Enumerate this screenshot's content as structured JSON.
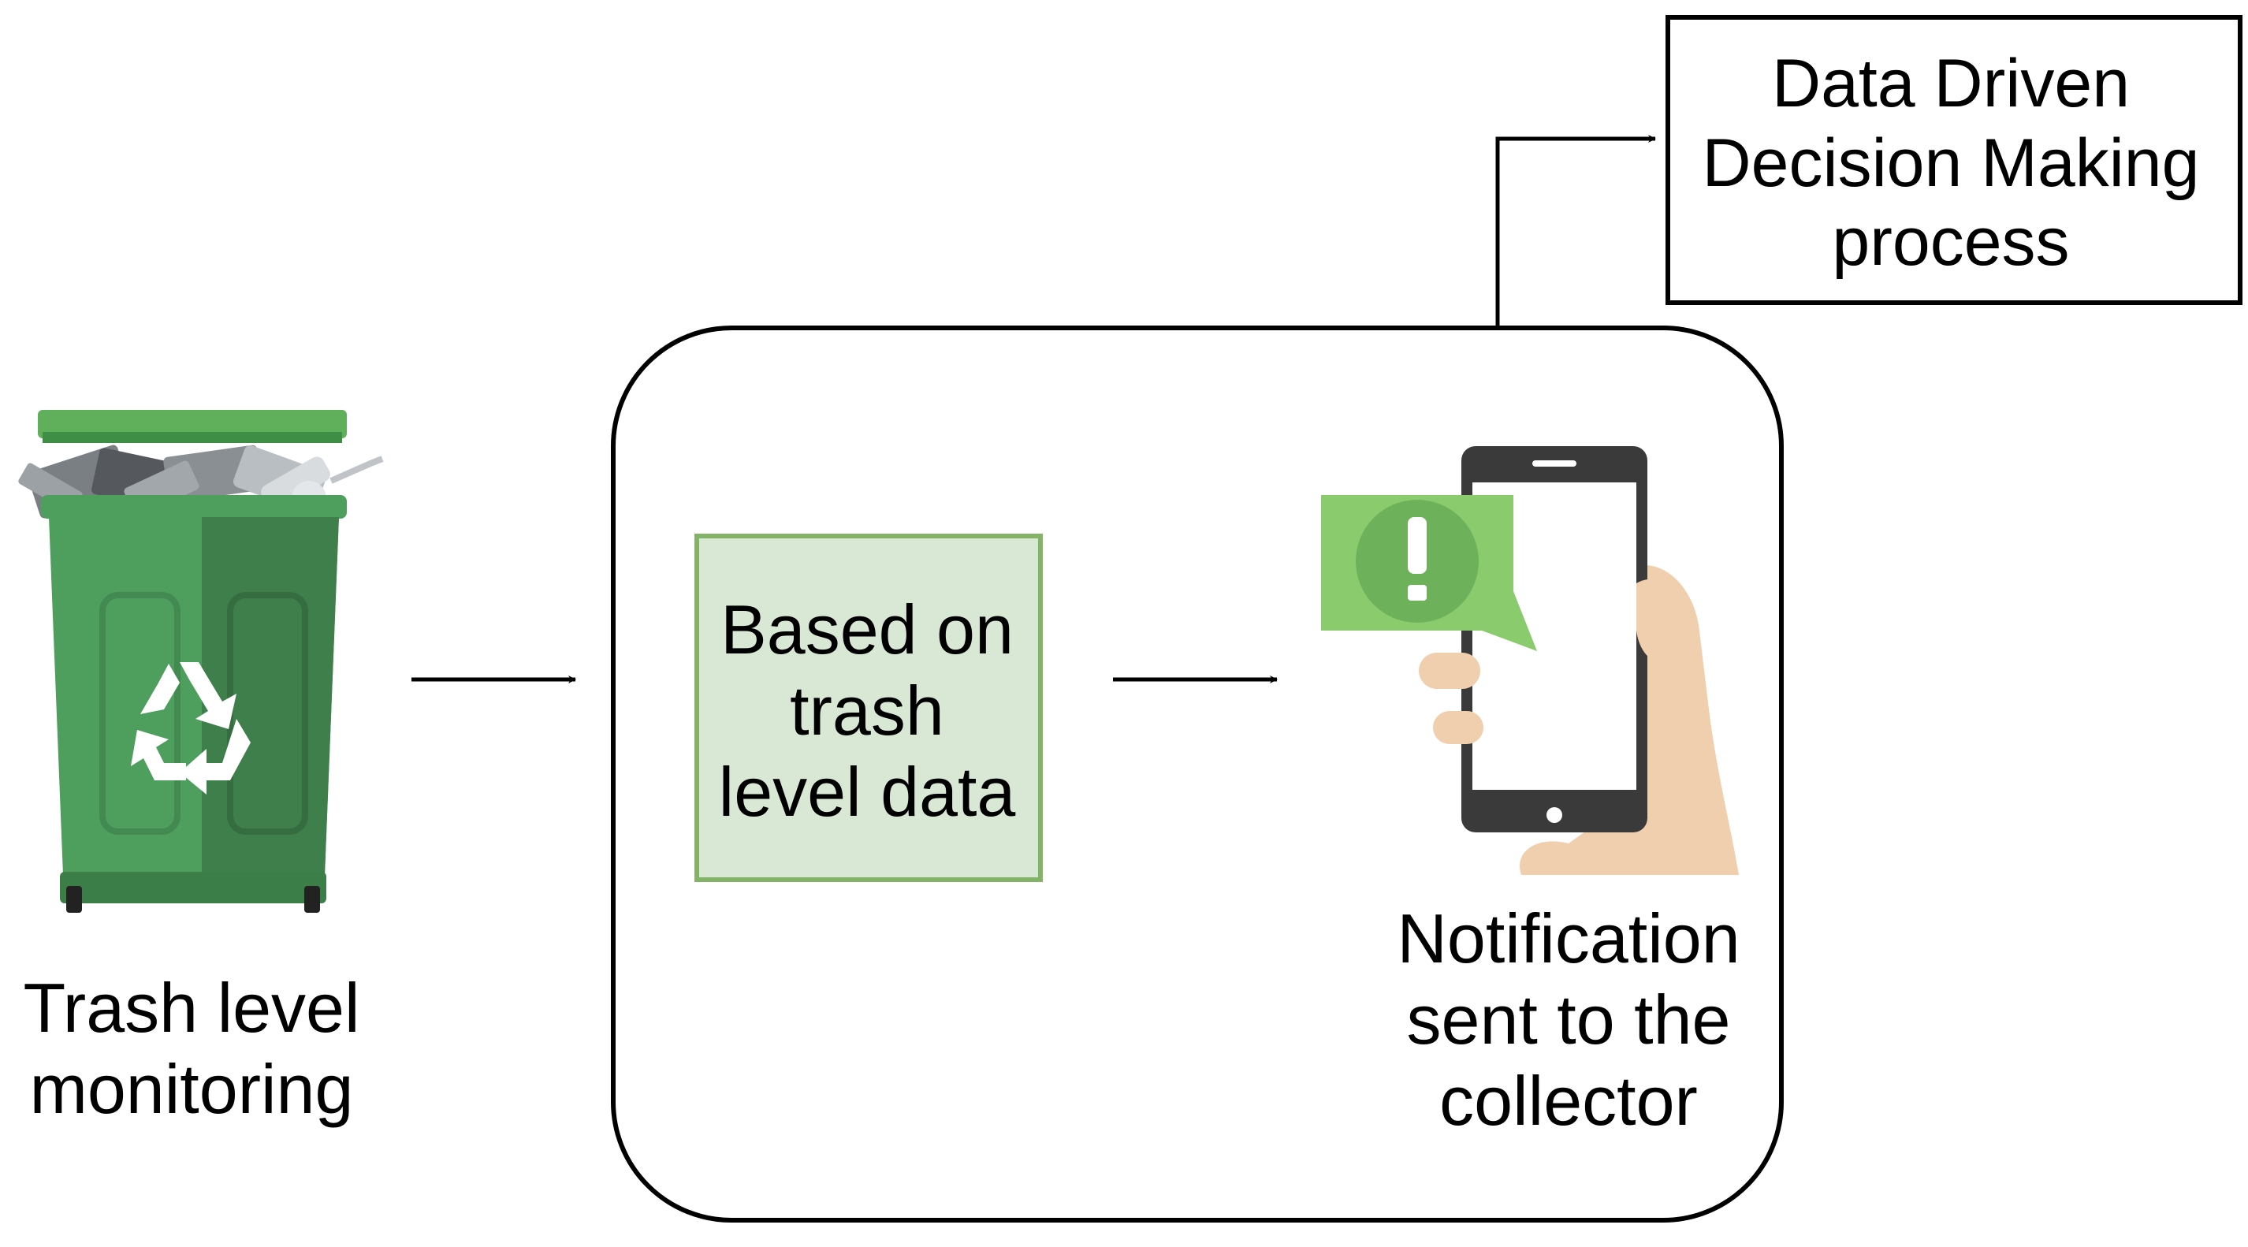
{
  "diagram": {
    "trash_label": [
      "Trash level",
      "monitoring"
    ],
    "process_label": [
      "Based on",
      "trash",
      "level data"
    ],
    "notification_label": [
      "Notification",
      "sent to the",
      "collector"
    ],
    "decision_label": [
      "Data Driven",
      "Decision Making",
      "process"
    ]
  },
  "icons": {
    "trash_bin": "recycle-bin-icon",
    "phone": "phone-in-hand-icon",
    "alert": "exclamation-alert-icon"
  },
  "colors": {
    "bin_green": "#4E9E5E",
    "bin_dark": "#3E7F4C",
    "process_box_fill": "#D9E8D5",
    "process_box_border": "#82B366",
    "alert_green": "#8ACB6E",
    "phone_body": "#3A3A3A",
    "skin": "#F0CFAE"
  }
}
